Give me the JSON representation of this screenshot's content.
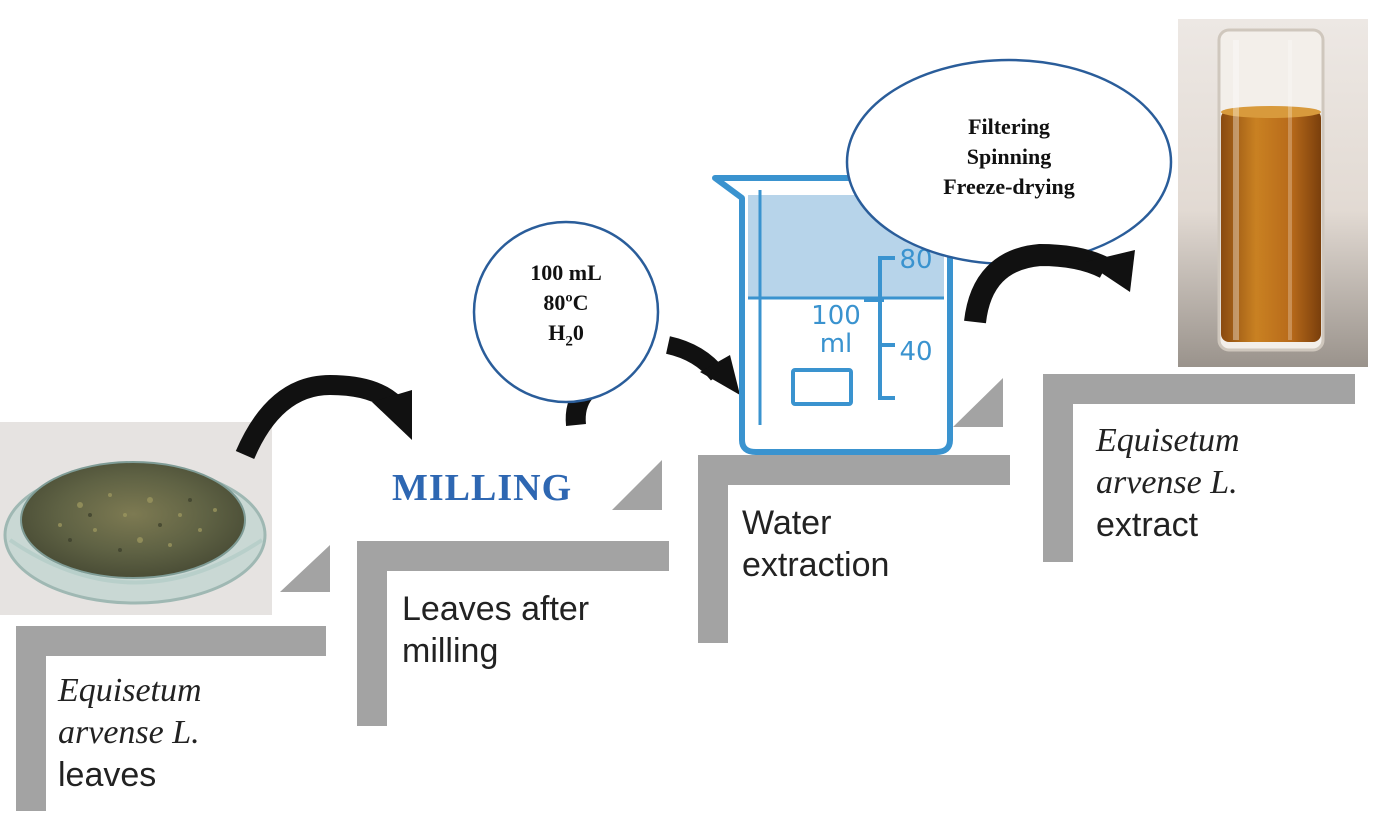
{
  "steps": [
    {
      "italic": "Equisetum",
      "italic2": "arvense L.",
      "regular": "leaves"
    },
    {
      "line1": "Leaves after",
      "line2": "milling"
    },
    {
      "line1": "Water",
      "line2": "extraction"
    },
    {
      "italic": "Equisetum",
      "italic2": "arvense L.",
      "regular": "extract"
    }
  ],
  "milling_label": "MILLING",
  "conditions_bubble": {
    "line1": "100 mL",
    "line2": "80ºC",
    "line3_main": "H",
    "line3_sub": "2",
    "line3_end": "0"
  },
  "process_bubble": {
    "line1": "Filtering",
    "line2": "Spinning",
    "line3": "Freeze-drying"
  },
  "beaker": {
    "volume_value": "100",
    "volume_unit": "ml",
    "mark_high": "80",
    "mark_low": "40"
  },
  "colors": {
    "step_gray": "#a3a3a3",
    "arrow": "#111111",
    "bubble_border": "#2a5d9a",
    "milling_blue": "#2e67b2",
    "beaker_blue": "#3a93cf",
    "beaker_fill": "#b7d4ea",
    "extract_amber": "#b86a1a"
  },
  "icons": {
    "arrows": "curved-arrow-icon",
    "dish": "petri-dish-leaves-image",
    "beaker": "beaker-icon",
    "tube": "test-tube-extract-image"
  }
}
